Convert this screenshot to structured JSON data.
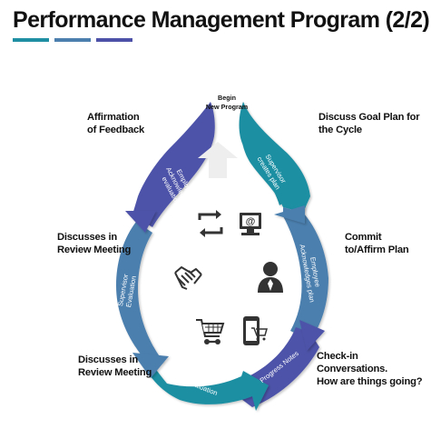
{
  "title": "Performance Management Program (2/2)",
  "colors": {
    "teal": "#1f8fa3",
    "slate": "#4c7fae",
    "indigo": "#4d52a8",
    "icon": "#333333"
  },
  "start": {
    "line1": "Begin",
    "line2": "New Program"
  },
  "steps": {
    "goal": {
      "line1": "Discuss Goal Plan for",
      "line2": "the Cycle"
    },
    "commit": {
      "line1": "Commit",
      "line2": "to/Affirm  Plan"
    },
    "checkin": {
      "line1": "Check-in Conversations.",
      "line2": "How are things going?"
    },
    "review1": {
      "line1": "Discusses in",
      "line2": "Review Meeting"
    },
    "review2": {
      "line1": "Discusses in",
      "line2": "Review Meeting"
    },
    "feedback": {
      "line1": "Affirmation",
      "line2": "of Feedback"
    }
  },
  "segments": {
    "supervisor_plan": [
      "Supervisor",
      "creates plan"
    ],
    "employee_ack": [
      "Employee",
      "Acknowledges plan"
    ],
    "progress": [
      "Progress Notes"
    ],
    "self_eval": [
      "Self Evaluation"
    ],
    "supervisor_eval": [
      "Supervisor",
      "Evaluation"
    ],
    "employee_eval": [
      "Employee",
      "Acknowledges",
      "evaluation"
    ]
  },
  "icons": [
    "refresh-icon",
    "computer-email-icon",
    "handshake-icon",
    "person-icon",
    "shopping-cart-icon",
    "mobile-cart-icon"
  ]
}
